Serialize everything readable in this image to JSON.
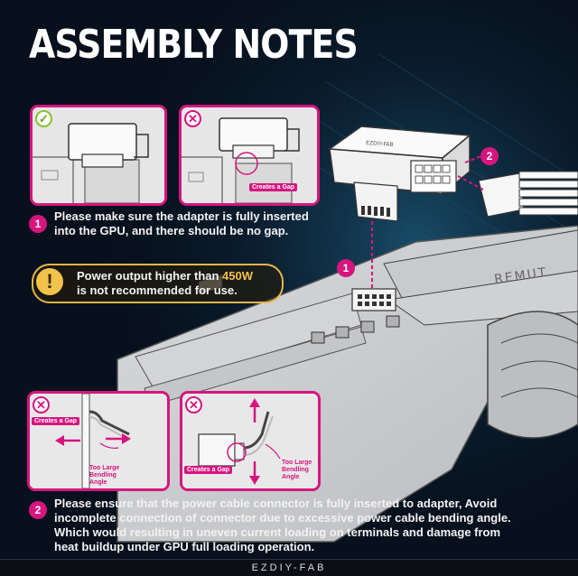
{
  "title": "ASSEMBLY NOTES",
  "panels": {
    "top_left": {
      "status": "correct"
    },
    "top_right": {
      "status": "incorrect",
      "gap_label": "Creates a Gap"
    },
    "bottom_left": {
      "status": "incorrect",
      "gap_label": "Creates a Gap",
      "bend_label_1": "Too Large",
      "bend_label_2": "Bendling",
      "bend_label_3": "Angle"
    },
    "bottom_right": {
      "status": "incorrect",
      "gap_label": "Creates a Gap",
      "bend_label_1": "Too Large",
      "bend_label_2": "Bendling",
      "bend_label_3": "Angle"
    }
  },
  "note1": {
    "number": "1",
    "line1": "Please make sure the adapter is fully inserted",
    "line2": "into the GPU, and there should be no gap."
  },
  "warning": {
    "icon": "!",
    "line1_prefix": "Power output higher than ",
    "line1_value": "450W",
    "line2": "is not recommended for use."
  },
  "note2": {
    "number": "2",
    "line1": "Please ensure that the power cable connector is fully inserted to adapter, Avoid",
    "line2": "incomplete connection of connector due to excessive power cable bending angle.",
    "line3": "Which would resulting in uneven current loading on terminals and damage from",
    "line4": "heat buildup under GPU full loading operation."
  },
  "diagram": {
    "marker_1": "1",
    "marker_2": "2",
    "adapter_text": "EZDIY-FAB",
    "gpu_text": "REMUT"
  },
  "footer": "EZDIY-FAB",
  "colors": {
    "accent": "#d6157f",
    "warning": "#f3c24a",
    "ok": "#88c22c",
    "background": "#07101c"
  }
}
